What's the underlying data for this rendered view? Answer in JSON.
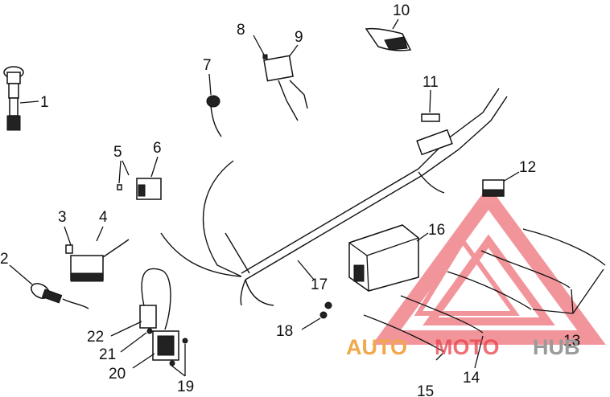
{
  "diagram": {
    "callouts": [
      "1",
      "2",
      "3",
      "4",
      "5",
      "6",
      "7",
      "8",
      "9",
      "10",
      "11",
      "12",
      "13",
      "14",
      "15",
      "16",
      "17",
      "18",
      "19",
      "20",
      "21",
      "22"
    ]
  },
  "watermark": {
    "text_auto": "AUTO",
    "text_moto": "MOTO",
    "text_hub": "HUB",
    "color_accent": "#f0a848",
    "color_red": "#e8404a",
    "color_grey": "#9a9a9a"
  }
}
